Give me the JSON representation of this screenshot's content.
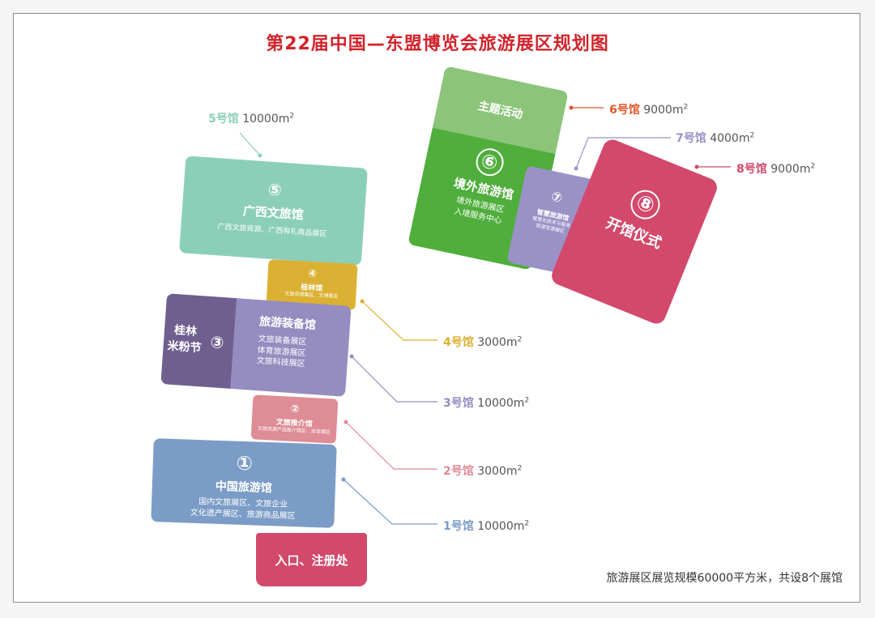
{
  "title": "第22届中国—东盟博览会旅游展区规划图",
  "footer": "旅游展区展览规模60000平方米，共设8个展馆",
  "entrance": "入口、注册处",
  "colors": {
    "hall1": "#7b9cc6",
    "hall2": "#de8c95",
    "hall3": "#958cc0",
    "hall3_left": "#6f5f8f",
    "hall4": "#dbb133",
    "hall5": "#8ccfb8",
    "hall6_top": "#8cc47a",
    "hall6": "#4fae3c",
    "hall7": "#9a92c6",
    "hall8": "#d2496b",
    "entrance": "#d2496b",
    "hall6_label": "#e0572a"
  },
  "halls": {
    "h1": {
      "num": "①",
      "name": "中国旅游馆",
      "sub1": "国内文旅展区、文旅企业",
      "sub2": "文化遗产展区、旅游商品展区"
    },
    "h2": {
      "num": "②",
      "name": "文旅推介馆",
      "sub1": "文旅资源产品推介馆区、洽谈展区"
    },
    "h3": {
      "num": "③",
      "left_name_1": "桂林",
      "left_name_2": "米粉节",
      "name": "旅游装备馆",
      "sub1": "文旅装备展区",
      "sub2": "体育旅游展区",
      "sub3": "文旅科技展区"
    },
    "h4": {
      "num": "④",
      "name": "桂林馆",
      "sub1": "文旅资源展区、文博展区"
    },
    "h5": {
      "num": "⑤",
      "name": "广西文旅馆",
      "sub1": "广西文旅资源、广西有礼商品展区"
    },
    "h6": {
      "num": "⑥",
      "top_name": "主题活动",
      "name": "境外旅游馆",
      "sub1": "境外旅游展区",
      "sub2": "入境服务中心"
    },
    "h7": {
      "num": "⑦",
      "name": "智慧旅游馆",
      "sub1": "智慧化技术与服务",
      "sub2": "旅游资源展区"
    },
    "h8": {
      "num": "⑧",
      "name": "开馆仪式"
    }
  },
  "labels": {
    "l1": {
      "num": "1号馆",
      "area": "10000m",
      "unit_exp": "2"
    },
    "l2": {
      "num": "2号馆",
      "area": "3000m",
      "unit_exp": "2"
    },
    "l3": {
      "num": "3号馆",
      "area": "10000m",
      "unit_exp": "2"
    },
    "l4": {
      "num": "4号馆",
      "area": "3000m",
      "unit_exp": "2"
    },
    "l5": {
      "num": "5号馆",
      "area": "10000m",
      "unit_exp": "2"
    },
    "l6": {
      "num": "6号馆",
      "area": "9000m",
      "unit_exp": "2"
    },
    "l7": {
      "num": "7号馆",
      "area": "4000m",
      "unit_exp": "2"
    },
    "l8": {
      "num": "8号馆",
      "area": "9000m",
      "unit_exp": "2"
    }
  }
}
